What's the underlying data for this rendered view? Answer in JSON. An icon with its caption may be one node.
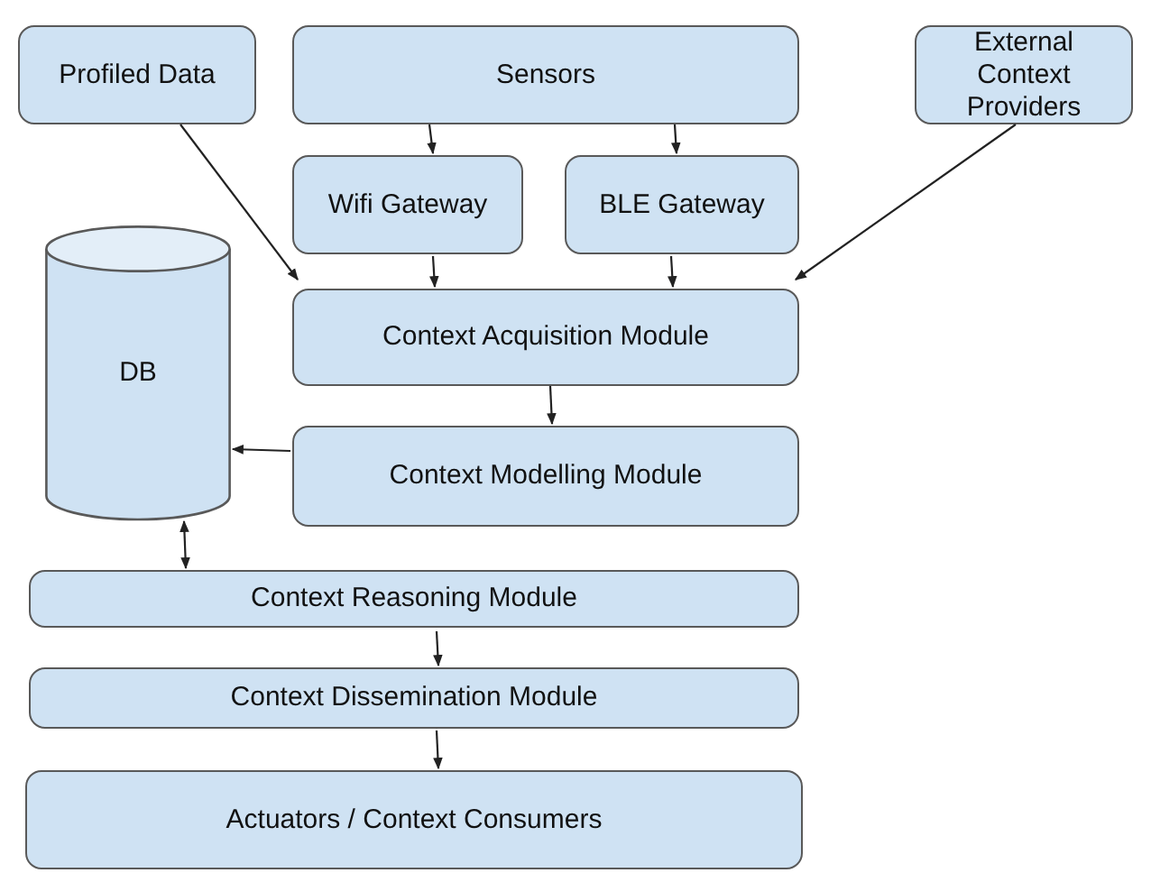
{
  "diagram": {
    "nodes": [
      {
        "text": [
          "Profiled Data"
        ]
      },
      {
        "text": [
          "Sensors"
        ]
      },
      {
        "text": [
          "External Context Providers"
        ]
      },
      {
        "text": [
          "Wifi Gateway"
        ]
      },
      {
        "text": [
          "BLE Gateway"
        ]
      },
      {
        "text": [
          "DB"
        ]
      },
      {
        "text": [
          "Context Acquisition Module"
        ]
      },
      {
        "text": [
          "Context Modelling Module"
        ]
      },
      {
        "text": [
          "Context Reasoning Module"
        ]
      },
      {
        "text": [
          "Context Dissemination Module"
        ]
      },
      {
        "text": [
          "Actuators / Context Consumers"
        ]
      }
    ],
    "edges": [
      {
        "from": 1,
        "to": 3,
        "arrow": "to"
      },
      {
        "from": 1,
        "to": 4,
        "arrow": "to"
      },
      {
        "from": 0,
        "to": 6,
        "arrow": "to"
      },
      {
        "from": 3,
        "to": 6,
        "arrow": "to"
      },
      {
        "from": 4,
        "to": 6,
        "arrow": "to"
      },
      {
        "from": 2,
        "to": 6,
        "arrow": "to"
      },
      {
        "from": 6,
        "to": 7,
        "arrow": "to"
      },
      {
        "from": 7,
        "to": 5,
        "arrow": "to"
      },
      {
        "from": 5,
        "to": 8,
        "arrow": "both"
      },
      {
        "from": 8,
        "to": 9,
        "arrow": "to"
      },
      {
        "from": 9,
        "to": 10,
        "arrow": "to"
      }
    ]
  }
}
